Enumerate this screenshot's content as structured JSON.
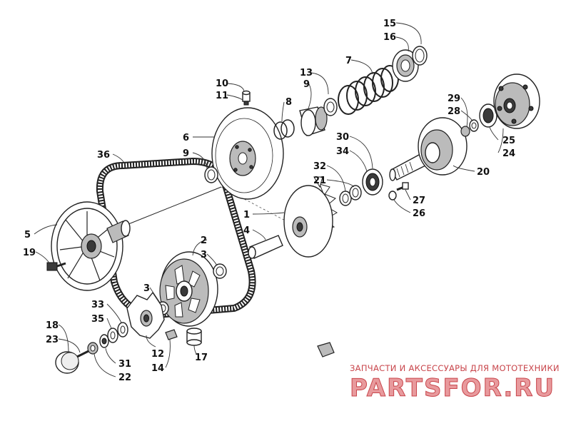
{
  "diagram": {
    "labels": [
      {
        "id": "l15",
        "text": "15"
      },
      {
        "id": "l16",
        "text": "16"
      },
      {
        "id": "l7",
        "text": "7"
      },
      {
        "id": "l13",
        "text": "13"
      },
      {
        "id": "l9a",
        "text": "9"
      },
      {
        "id": "l10",
        "text": "10"
      },
      {
        "id": "l11",
        "text": "11"
      },
      {
        "id": "l8",
        "text": "8"
      },
      {
        "id": "l6",
        "text": "6"
      },
      {
        "id": "l9b",
        "text": "9"
      },
      {
        "id": "l29",
        "text": "29"
      },
      {
        "id": "l28",
        "text": "28"
      },
      {
        "id": "l25",
        "text": "25"
      },
      {
        "id": "l24",
        "text": "24"
      },
      {
        "id": "l30",
        "text": "30"
      },
      {
        "id": "l34",
        "text": "34"
      },
      {
        "id": "l32",
        "text": "32"
      },
      {
        "id": "l21",
        "text": "21"
      },
      {
        "id": "l20",
        "text": "20"
      },
      {
        "id": "l27",
        "text": "27"
      },
      {
        "id": "l26",
        "text": "26"
      },
      {
        "id": "l36",
        "text": "36"
      },
      {
        "id": "l1",
        "text": "1"
      },
      {
        "id": "l4",
        "text": "4"
      },
      {
        "id": "l5",
        "text": "5"
      },
      {
        "id": "l19",
        "text": "19"
      },
      {
        "id": "l2",
        "text": "2"
      },
      {
        "id": "l3a",
        "text": "3"
      },
      {
        "id": "l3b",
        "text": "3"
      },
      {
        "id": "l33",
        "text": "33"
      },
      {
        "id": "l35",
        "text": "35"
      },
      {
        "id": "l18",
        "text": "18"
      },
      {
        "id": "l23",
        "text": "23"
      },
      {
        "id": "l12",
        "text": "12"
      },
      {
        "id": "l14",
        "text": "14"
      },
      {
        "id": "l17",
        "text": "17"
      },
      {
        "id": "l31",
        "text": "31"
      },
      {
        "id": "l22",
        "text": "22"
      }
    ]
  },
  "watermark": {
    "tagline": "ЗАПЧАСТИ И АКСЕССУАРЫ ДЛЯ МОТОТЕХНИКИ",
    "brand": "PARTSFOR.RU"
  }
}
